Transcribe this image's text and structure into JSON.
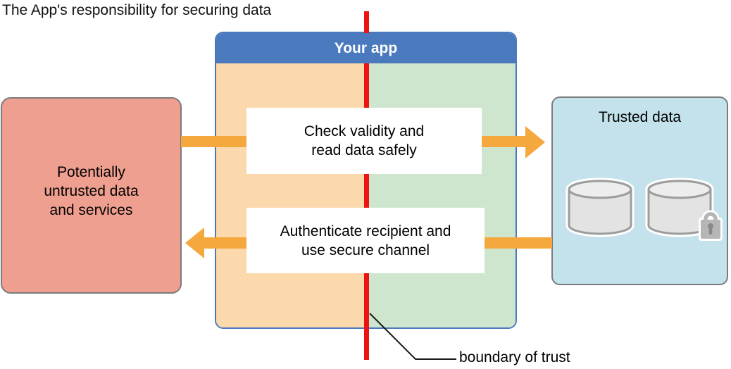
{
  "title": "The App's responsibility for securing data",
  "colors": {
    "red-line": "#ec1313",
    "arrow-orange": "#f4a83d",
    "header-blue": "#4a79bd",
    "app-untrusted-side": "#fbd9ad",
    "app-trusted-side": "#cfe6ce",
    "untrusted-fill": "#ef9f8f",
    "trusted-fill": "#c3e2eb",
    "box-border-gray": "#7b7b7b",
    "cylinder-fill": "#e3e3e3",
    "cylinder-top-fill": "#ededed",
    "cylinder-stroke": "#9c9c9c",
    "lock-gray": "#b6b6b6",
    "lock-dark": "#898989"
  },
  "untrusted_box": {
    "label": "Potentially\nuntrusted data\nand services"
  },
  "app_box": {
    "header": "Your app",
    "steps": [
      {
        "label": "Check validity and\nread data safely"
      },
      {
        "label": "Authenticate recipient and\nuse secure channel"
      }
    ]
  },
  "trusted_box": {
    "label": "Trusted data",
    "icons": [
      "database-icon",
      "database-icon",
      "lock-icon"
    ]
  },
  "boundary_label": "boundary of trust"
}
